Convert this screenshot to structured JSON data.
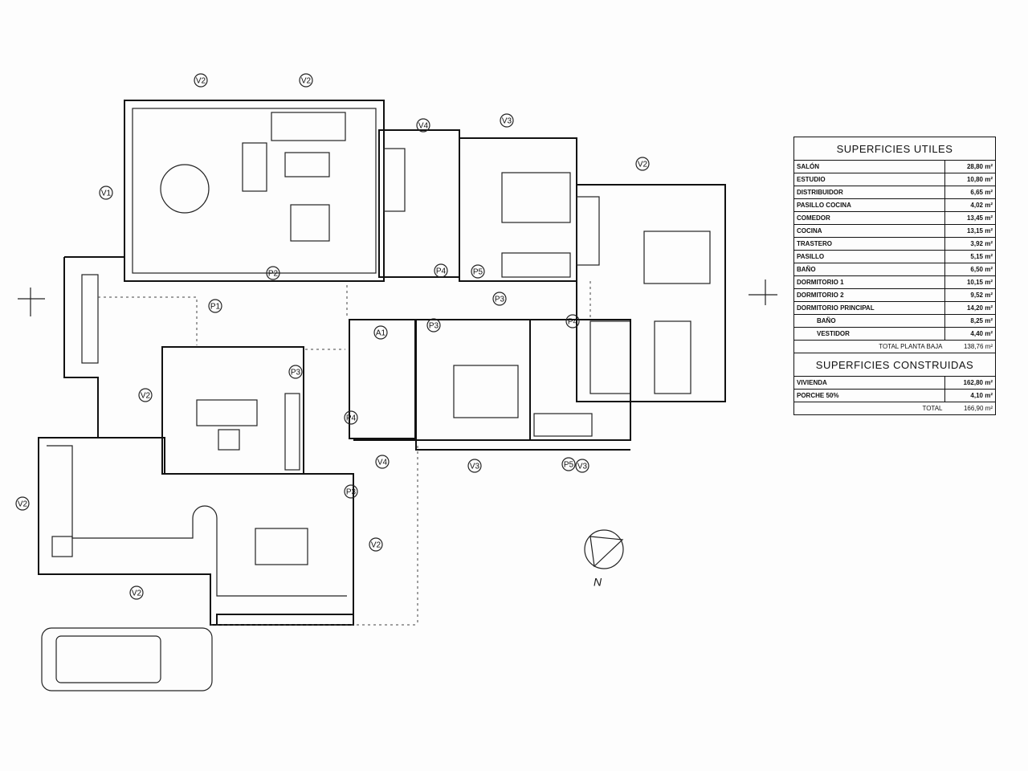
{
  "table": {
    "title_utiles": "SUPERFICIES UTILES",
    "rows": [
      {
        "name": "SALÓN",
        "value": "28,80 m²"
      },
      {
        "name": "ESTUDIO",
        "value": "10,80 m²"
      },
      {
        "name": "DISTRIBUIDOR",
        "value": "6,65 m²"
      },
      {
        "name": "PASILLO COCINA",
        "value": "4,02 m²"
      },
      {
        "name": "COMEDOR",
        "value": "13,45 m²"
      },
      {
        "name": "COCINA",
        "value": "13,15 m²"
      },
      {
        "name": "TRASTERO",
        "value": "3,92 m²"
      },
      {
        "name": "PASILLO",
        "value": "5,15 m²"
      },
      {
        "name": "BAÑO",
        "value": "6,50 m²"
      },
      {
        "name": "DORMITORIO 1",
        "value": "10,15 m²"
      },
      {
        "name": "DORMITORIO 2",
        "value": "9,52 m²"
      },
      {
        "name": "DORMITORIO PRINCIPAL",
        "value": "14,20 m²"
      },
      {
        "name": "BAÑO",
        "value": "8,25 m²"
      },
      {
        "name": "VESTIDOR",
        "value": "4,40 m²"
      }
    ],
    "total_planta_label": "TOTAL PLANTA BAJA",
    "total_planta_value": "138,76 m²",
    "title_construidas": "SUPERFICIES CONSTRUIDAS",
    "built": [
      {
        "name": "VIVIENDA",
        "value": "162,80 m²"
      },
      {
        "name": "PORCHE 50%",
        "value": "4,10 m²"
      }
    ],
    "total_label": "TOTAL",
    "total_value": "166,90 m²"
  },
  "plan": {
    "labels": [
      "V2",
      "V2",
      "V1",
      "V4",
      "V3",
      "V2",
      "P2",
      "P4",
      "P5",
      "P3",
      "P1",
      "A1",
      "P3",
      "P3",
      "P4",
      "V2",
      "P3",
      "P4",
      "P5",
      "V4",
      "V3",
      "V3",
      "V2",
      "V2",
      "V2"
    ],
    "north": "N"
  }
}
